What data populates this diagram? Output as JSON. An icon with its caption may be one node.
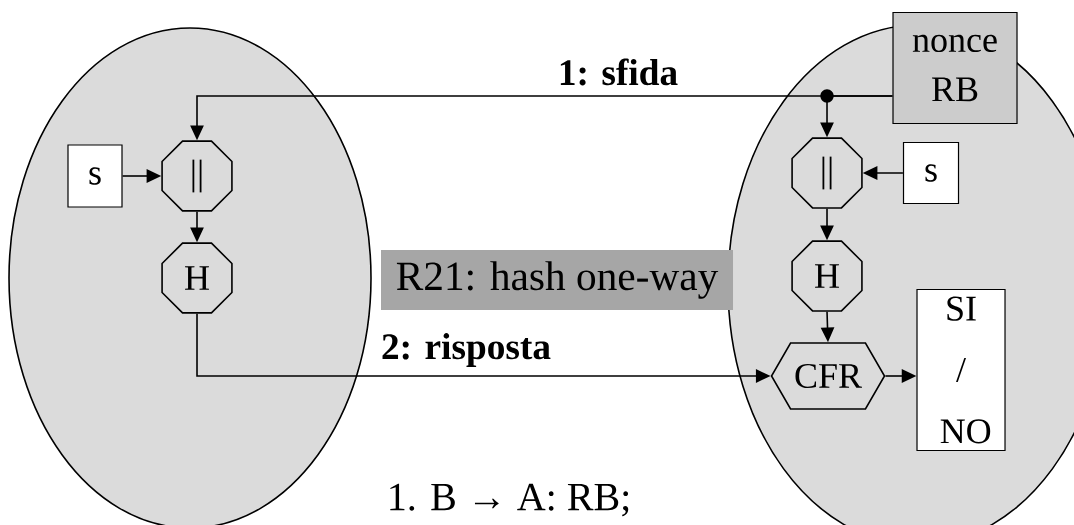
{
  "diagram": {
    "nodes": [
      {
        "text": [],
        "shape": "ellipse"
      },
      {
        "text": [],
        "shape": "ellipse"
      },
      {
        "text": [
          "s"
        ],
        "in": 0
      },
      {
        "text": [
          "||"
        ],
        "in": 0
      },
      {
        "text": [
          "H"
        ],
        "in": 0
      },
      {
        "text": [
          "nonce RB"
        ]
      },
      {
        "text": [
          "||"
        ],
        "in": 1
      },
      {
        "text": [
          "s"
        ],
        "in": 1
      },
      {
        "text": [
          "H"
        ],
        "in": 1
      },
      {
        "text": [
          "CFR"
        ],
        "in": 1
      },
      {
        "text": [
          "SI / NO"
        ],
        "in": 1
      },
      {
        "text": [
          "R21: hash one-way"
        ]
      }
    ],
    "edges": [
      {
        "from": 5,
        "to": 3,
        "arrow": "to",
        "label": "1: sfida"
      },
      {
        "from": 5,
        "to": 6,
        "arrow": "to"
      },
      {
        "from": 2,
        "to": 3,
        "arrow": "to"
      },
      {
        "from": 3,
        "to": 4,
        "arrow": "to"
      },
      {
        "from": 4,
        "to": 9,
        "arrow": "to",
        "label": "2: risposta"
      },
      {
        "from": 7,
        "to": 6,
        "arrow": "to"
      },
      {
        "from": 6,
        "to": 8,
        "arrow": "to"
      },
      {
        "from": 8,
        "to": 9,
        "arrow": "to"
      },
      {
        "from": 9,
        "to": 10,
        "arrow": "to"
      }
    ],
    "labels": [
      "1.  B → A: RB;"
    ]
  }
}
